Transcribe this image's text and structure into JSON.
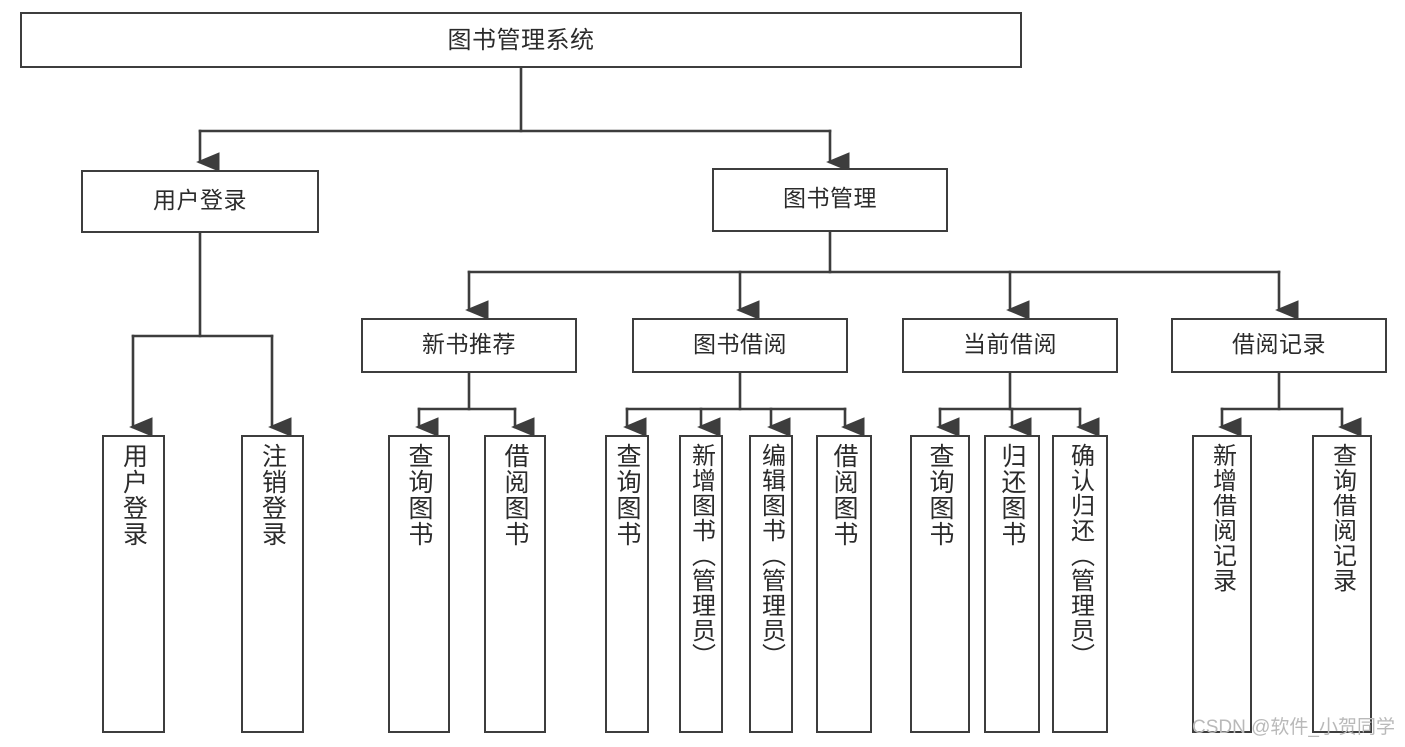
{
  "diagram": {
    "title": "图书管理系统",
    "type": "tree-hierarchy-chart",
    "colors": {
      "border": "#3d3d3d",
      "text": "#2b2b2b",
      "background": "#ffffff",
      "watermark": "#b9b9b9"
    },
    "watermark": "CSDN @软件_小贺同学",
    "levels": {
      "root": {
        "id": "root",
        "label": "图书管理系统"
      },
      "level2": [
        {
          "id": "user-login",
          "label": "用户登录"
        },
        {
          "id": "book-management",
          "label": "图书管理"
        }
      ],
      "level3": [
        {
          "id": "new-book-recommend",
          "label": "新书推荐",
          "parent": "book-management"
        },
        {
          "id": "book-borrow",
          "label": "图书借阅",
          "parent": "book-management"
        },
        {
          "id": "current-borrow",
          "label": "当前借阅",
          "parent": "book-management"
        },
        {
          "id": "borrow-record",
          "label": "借阅记录",
          "parent": "book-management"
        }
      ],
      "leaves": [
        {
          "id": "leaf-user-login",
          "label": "用户登录",
          "parent": "user-login"
        },
        {
          "id": "leaf-logout",
          "label": "注销登录",
          "parent": "user-login"
        },
        {
          "id": "leaf-query-book-1",
          "label": "查询图书",
          "parent": "new-book-recommend"
        },
        {
          "id": "leaf-borrow-book-1",
          "label": "借阅图书",
          "parent": "new-book-recommend"
        },
        {
          "id": "leaf-query-book-2",
          "label": "查询图书",
          "parent": "book-borrow"
        },
        {
          "id": "leaf-add-book",
          "label": "新增图书（管理员）",
          "parent": "book-borrow"
        },
        {
          "id": "leaf-edit-book",
          "label": "编辑图书（管理员）",
          "parent": "book-borrow"
        },
        {
          "id": "leaf-borrow-book-2",
          "label": "借阅图书",
          "parent": "book-borrow"
        },
        {
          "id": "leaf-query-book-3",
          "label": "查询图书",
          "parent": "current-borrow"
        },
        {
          "id": "leaf-return-book",
          "label": "归还图书",
          "parent": "current-borrow"
        },
        {
          "id": "leaf-confirm-return",
          "label": "确认归还（管理员）",
          "parent": "current-borrow"
        },
        {
          "id": "leaf-add-record",
          "label": "新增借阅记录",
          "parent": "borrow-record"
        },
        {
          "id": "leaf-query-record",
          "label": "查询借阅记录",
          "parent": "borrow-record"
        }
      ]
    }
  }
}
